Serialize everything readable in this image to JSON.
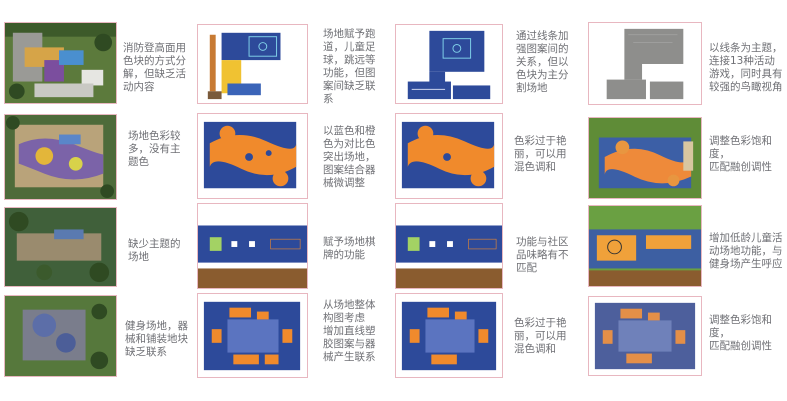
{
  "captions": [
    [
      "消防登高面用\n色块的方式分\n解，但缺乏活\n动内容",
      "场地赋予跑\n道，儿童足\n球，跳远等\n功能，但图\n案间缺乏联\n系",
      "通过线条加\n强图案间的\n关系，但以\n色块为主分\n割场地",
      "以线条为主题，\n连接13种活动\n游戏，同时具有\n较强的鸟瞰视角"
    ],
    [
      "场地色彩较\n多，没有主\n题色",
      "以蓝色和橙\n色为对比色\n突出场地，\n图案结合器\n械微调整",
      "色彩过于艳\n丽，可以用\n混色调和",
      "调整色彩饱和度，\n匹配融创调性"
    ],
    [
      "缺少主题的\n场地",
      "赋予场地棋\n牌的功能",
      "功能与社区\n品味略有不\n匹配",
      "增加低龄儿童活\n动场地功能，与\n健身场产生呼应"
    ],
    [
      "健身场地，器\n械和铺装地块\n缺乏联系",
      "从场地整体\n构图考虑\n增加直线塑\n胶图案与器\n械产生联系",
      "色彩过于艳\n丽，可以用\n混色调和",
      "调整色彩饱和度，\n匹配融创调性"
    ]
  ],
  "colors": {
    "border": "#e8b7c0",
    "caption": "#6f7075",
    "blue": "#2d4a9a",
    "orange": "#f08a2c",
    "grass": "#6a9a3c"
  },
  "icons": [
    "aerial-photo",
    "plan-diagram"
  ]
}
